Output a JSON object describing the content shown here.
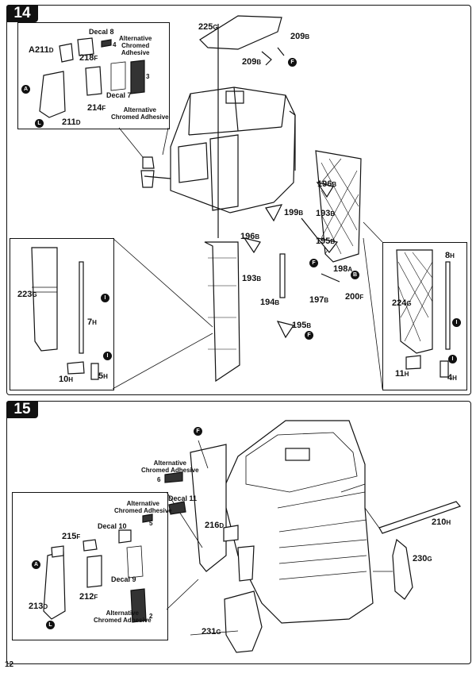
{
  "steps": [
    "14",
    "15"
  ],
  "page_number": "12",
  "markers": {
    "a": "A",
    "b": "B",
    "f": "F",
    "i": "I",
    "l": "L"
  },
  "decals": {
    "decal8": "Decal 8",
    "decal7": "Decal 7",
    "decal9": "Decal 9",
    "decal10": "Decal 10",
    "decal11": "Decal 11",
    "alt_chromed_line1": "Alternative",
    "alt_chromed_line2": "Chromed",
    "alt_chromed_line3": "Adhesive",
    "alt_chromed_two": "Alternative Chromed Adhesive",
    "num3": "3",
    "num4": "4",
    "num5": "5",
    "num6": "6",
    "num2": "2"
  },
  "parts14": {
    "p225": "225",
    "p225s": "G",
    "p209a": "209",
    "p209as": "B",
    "p209b": "209",
    "p209bs": "B",
    "p211a": "A211",
    "p211as": "D",
    "p218": "218",
    "p218s": "F",
    "p214": "214",
    "p214s": "F",
    "p211b": "211",
    "p211bs": "D",
    "p196a": "196",
    "p196as": "B",
    "p193a": "193",
    "p193as": "B",
    "p199": "199",
    "p199s": "B",
    "p195a": "195",
    "p195as": "B",
    "p196b": "196",
    "p196bs": "B",
    "p193b": "193",
    "p193bs": "B",
    "p198": "198",
    "p198s": "A",
    "p194": "194",
    "p194s": "B",
    "p197": "197",
    "p197s": "B",
    "p200": "200",
    "p200s": "F",
    "p195b": "195",
    "p195bs": "B",
    "p223": "223",
    "p223s": "G",
    "p7": "7",
    "p7s": "H",
    "p10": "10",
    "p10s": "H",
    "p5": "5",
    "p5s": "H",
    "p8": "8",
    "p8s": "H",
    "p224": "224",
    "p224s": "G",
    "p11": "11",
    "p11s": "H",
    "p4": "4",
    "p4s": "H"
  },
  "parts15": {
    "p210": "210",
    "p210s": "H",
    "p216": "216",
    "p216s": "D",
    "p215": "215",
    "p215s": "F",
    "p212": "212",
    "p212s": "F",
    "p213": "213",
    "p213s": "D",
    "p230": "230",
    "p230s": "G",
    "p231": "231",
    "p231s": "G"
  }
}
